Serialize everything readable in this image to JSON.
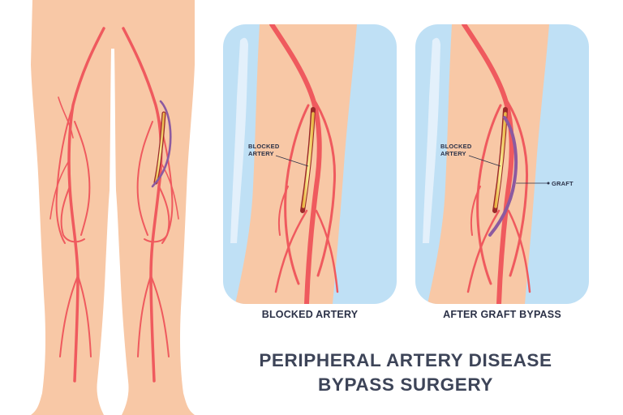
{
  "panels": [
    {
      "caption": "BLOCKED ARTERY",
      "callout": [
        "BLOCKED",
        "ARTERY"
      ]
    },
    {
      "caption": "AFTER GRAFT BYPASS",
      "callout": [
        "BLOCKED",
        "ARTERY"
      ],
      "graft_label": "GRAFT"
    }
  ],
  "title": {
    "line1": "PERIPHERAL ARTERY DISEASE",
    "line2": "BYPASS SURGERY"
  },
  "colors": {
    "skin": "#f8c8a6",
    "artery": "#ef5a5e",
    "graft": "#8c5aa0",
    "plaque": "#f5d96a",
    "panel_bg": "#bfe0f5"
  }
}
